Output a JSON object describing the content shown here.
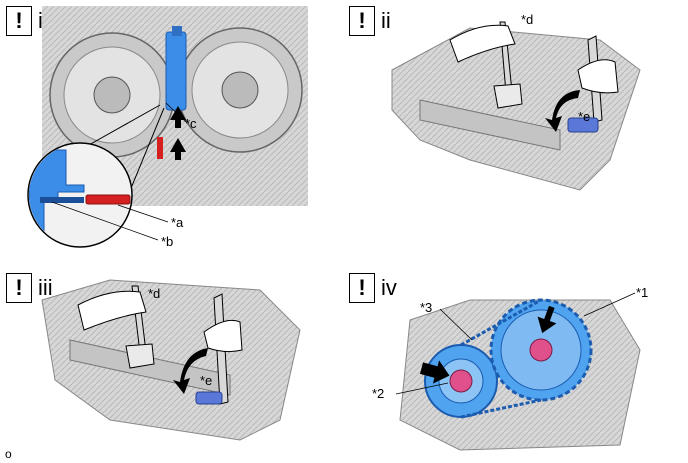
{
  "panels": [
    {
      "id": "i",
      "badge": "!",
      "step": "i"
    },
    {
      "id": "ii",
      "badge": "!",
      "step": "ii"
    },
    {
      "id": "iii",
      "badge": "!",
      "step": "iii"
    },
    {
      "id": "iv",
      "badge": "!",
      "step": "iv"
    }
  ],
  "callouts": {
    "a": "*a",
    "b": "*b",
    "c": "*c",
    "d_ii": "*d",
    "e_ii": "*e",
    "d_iii": "*d",
    "e_iii": "*e",
    "n1": "*1",
    "n2": "*2",
    "n3": "*3"
  },
  "corner_mark": "o",
  "colors": {
    "highlight_blue": "#3b8de8",
    "tool_red": "#d42020",
    "arrow": "#000000",
    "bolt_pink": "#e0508a"
  }
}
